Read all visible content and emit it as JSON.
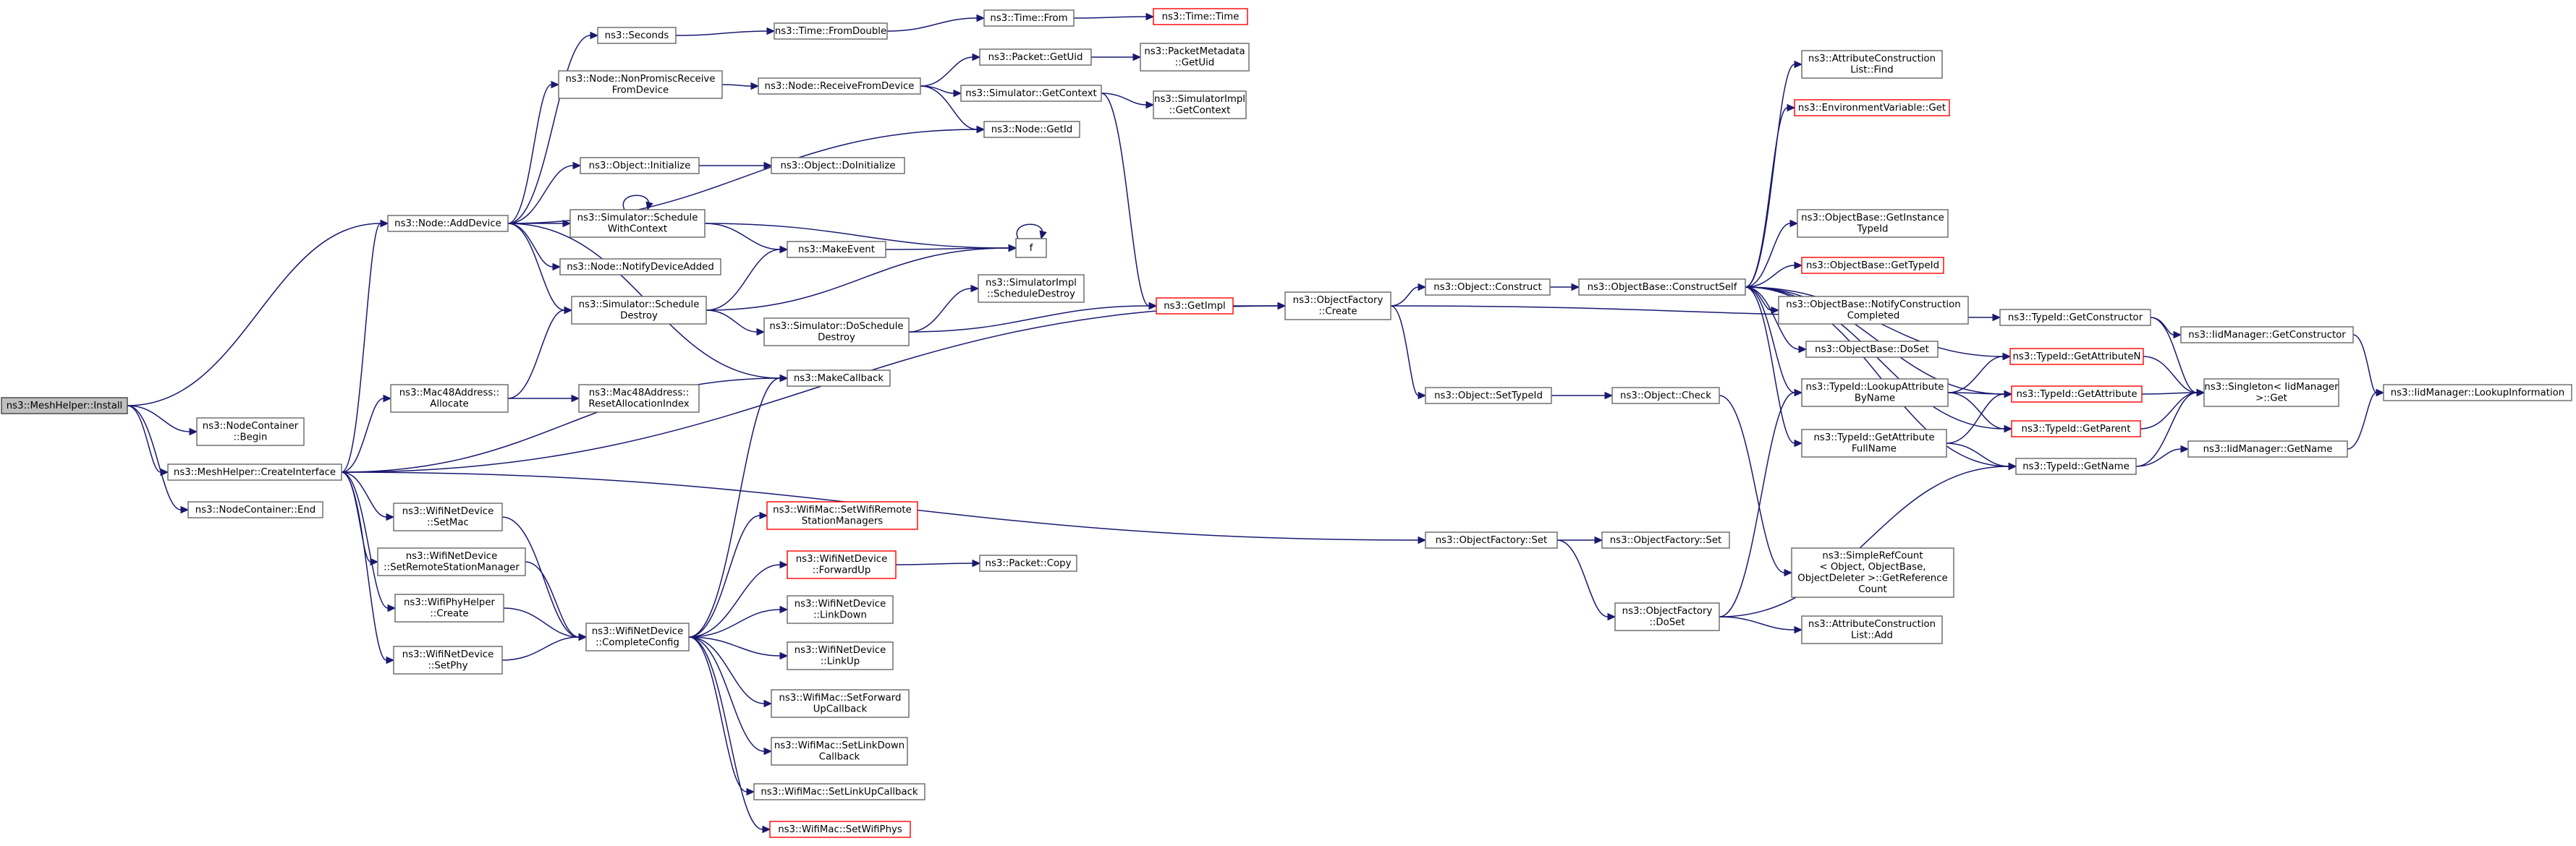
{
  "colors": {
    "edge": "#191970",
    "node_border": "#666666",
    "root_fill": "#bfbfbf",
    "truncated_border": "#ff0000"
  },
  "nodes": [
    {
      "id": "install",
      "lines": [
        "ns3::MeshHelper::Install"
      ],
      "style": "root"
    },
    {
      "id": "nc_begin",
      "lines": [
        "ns3::NodeContainer",
        "::Begin"
      ]
    },
    {
      "id": "createif",
      "lines": [
        "ns3::MeshHelper::CreateInterface"
      ]
    },
    {
      "id": "nc_end",
      "lines": [
        "ns3::NodeContainer::End"
      ]
    },
    {
      "id": "node_adddevice",
      "lines": [
        "ns3::Node::AddDevice"
      ]
    },
    {
      "id": "seconds",
      "lines": [
        "ns3::Seconds"
      ]
    },
    {
      "id": "time_fromdouble",
      "lines": [
        "ns3::Time::FromDouble"
      ]
    },
    {
      "id": "time_from",
      "lines": [
        "ns3::Time::From"
      ]
    },
    {
      "id": "time_time",
      "lines": [
        "ns3::Time::Time"
      ],
      "style": "trunc"
    },
    {
      "id": "nonpromisc",
      "lines": [
        "ns3::Node::NonPromiscReceive",
        "FromDevice"
      ]
    },
    {
      "id": "recvfromdev",
      "lines": [
        "ns3::Node::ReceiveFromDevice"
      ]
    },
    {
      "id": "packet_getuid",
      "lines": [
        "ns3::Packet::GetUid"
      ]
    },
    {
      "id": "pktmeta_getuid",
      "lines": [
        "ns3::PacketMetadata",
        "::GetUid"
      ]
    },
    {
      "id": "sim_getcontext",
      "lines": [
        "ns3::Simulator::GetContext"
      ]
    },
    {
      "id": "simimpl_getcontext",
      "lines": [
        "ns3::SimulatorImpl",
        "::GetContext"
      ]
    },
    {
      "id": "node_getid",
      "lines": [
        "ns3::Node::GetId"
      ]
    },
    {
      "id": "obj_initialize",
      "lines": [
        "ns3::Object::Initialize"
      ]
    },
    {
      "id": "obj_doinitialize",
      "lines": [
        "ns3::Object::DoInitialize"
      ]
    },
    {
      "id": "sim_schedwithctx",
      "lines": [
        "ns3::Simulator::Schedule",
        "WithContext"
      ]
    },
    {
      "id": "f",
      "lines": [
        "f"
      ]
    },
    {
      "id": "makeevent",
      "lines": [
        "ns3::MakeEvent"
      ]
    },
    {
      "id": "node_notifydev",
      "lines": [
        "ns3::Node::NotifyDeviceAdded"
      ]
    },
    {
      "id": "sim_scheddestroy",
      "lines": [
        "ns3::Simulator::Schedule",
        "Destroy"
      ]
    },
    {
      "id": "simimpl_scheddestroy",
      "lines": [
        "ns3::SimulatorImpl",
        "::ScheduleDestroy"
      ]
    },
    {
      "id": "sim_doscheddestroy",
      "lines": [
        "ns3::Simulator::DoSchedule",
        "Destroy"
      ]
    },
    {
      "id": "getimpl",
      "lines": [
        "ns3::GetImpl"
      ],
      "style": "trunc"
    },
    {
      "id": "mac48_allocate",
      "lines": [
        "ns3::Mac48Address::",
        "Allocate"
      ]
    },
    {
      "id": "mac48_reset",
      "lines": [
        "ns3::Mac48Address::",
        "ResetAllocationIndex"
      ]
    },
    {
      "id": "makecallback",
      "lines": [
        "ns3::MakeCallback"
      ]
    },
    {
      "id": "objfactory_create",
      "lines": [
        "ns3::ObjectFactory",
        "::Create"
      ]
    },
    {
      "id": "object_construct",
      "lines": [
        "ns3::Object::Construct"
      ]
    },
    {
      "id": "objbase_constructself",
      "lines": [
        "ns3::ObjectBase::ConstructSelf"
      ]
    },
    {
      "id": "attrconst_find",
      "lines": [
        "ns3::AttributeConstruction",
        "List::Find"
      ]
    },
    {
      "id": "envvar_get",
      "lines": [
        "ns3::EnvironmentVariable::Get"
      ],
      "style": "trunc"
    },
    {
      "id": "objbase_getinst",
      "lines": [
        "ns3::ObjectBase::GetInstance",
        "TypeId"
      ]
    },
    {
      "id": "objbase_gettypeid",
      "lines": [
        "ns3::ObjectBase::GetTypeId"
      ],
      "style": "trunc"
    },
    {
      "id": "objbase_notify",
      "lines": [
        "ns3::ObjectBase::NotifyConstruction",
        "Completed"
      ]
    },
    {
      "id": "objbase_doset",
      "lines": [
        "ns3::ObjectBase::DoSet"
      ]
    },
    {
      "id": "typeid_getconstructor",
      "lines": [
        "ns3::TypeId::GetConstructor"
      ]
    },
    {
      "id": "iidmgr_getconstructor",
      "lines": [
        "ns3::IidManager::GetConstructor"
      ]
    },
    {
      "id": "typeid_getattrn",
      "lines": [
        "ns3::TypeId::GetAttributeN"
      ],
      "style": "trunc"
    },
    {
      "id": "typeid_getattribute",
      "lines": [
        "ns3::TypeId::GetAttribute"
      ],
      "style": "trunc"
    },
    {
      "id": "singleton_get",
      "lines": [
        "ns3::Singleton< IidManager",
        ">::Get"
      ]
    },
    {
      "id": "iidmgr_lookupinfo",
      "lines": [
        "ns3::IidManager::LookupInformation"
      ]
    },
    {
      "id": "typeid_lookupattr",
      "lines": [
        "ns3::TypeId::LookupAttribute",
        "ByName"
      ]
    },
    {
      "id": "typeid_getattrfull",
      "lines": [
        "ns3::TypeId::GetAttribute",
        "FullName"
      ]
    },
    {
      "id": "typeid_getparent",
      "lines": [
        "ns3::TypeId::GetParent"
      ],
      "style": "trunc"
    },
    {
      "id": "typeid_getname",
      "lines": [
        "ns3::TypeId::GetName"
      ]
    },
    {
      "id": "iidmgr_getname",
      "lines": [
        "ns3::IidManager::GetName"
      ]
    },
    {
      "id": "object_settypeid",
      "lines": [
        "ns3::Object::SetTypeId"
      ]
    },
    {
      "id": "object_check",
      "lines": [
        "ns3::Object::Check"
      ]
    },
    {
      "id": "simplerefcount",
      "lines": [
        "ns3::SimpleRefCount",
        "< Object, ObjectBase,",
        "ObjectDeleter >::GetReference",
        "Count"
      ]
    },
    {
      "id": "objfactory_set",
      "lines": [
        "ns3::ObjectFactory::Set"
      ]
    },
    {
      "id": "objfactory_set2",
      "lines": [
        "ns3::ObjectFactory::Set"
      ]
    },
    {
      "id": "objfactory_doset",
      "lines": [
        "ns3::ObjectFactory",
        "::DoSet"
      ]
    },
    {
      "id": "attrconst_add",
      "lines": [
        "ns3::AttributeConstruction",
        "List::Add"
      ]
    },
    {
      "id": "wnd_setmac",
      "lines": [
        "ns3::WifiNetDevice",
        "::SetMac"
      ]
    },
    {
      "id": "wnd_setrsm",
      "lines": [
        "ns3::WifiNetDevice",
        "::SetRemoteStationManager"
      ]
    },
    {
      "id": "wifiphy_create",
      "lines": [
        "ns3::WifiPhyHelper",
        "::Create"
      ]
    },
    {
      "id": "wnd_setphy",
      "lines": [
        "ns3::WifiNetDevice",
        "::SetPhy"
      ]
    },
    {
      "id": "wnd_completeconfig",
      "lines": [
        "ns3::WifiNetDevice",
        "::CompleteConfig"
      ]
    },
    {
      "id": "wifimac_setrsm",
      "lines": [
        "ns3::WifiMac::SetWifiRemote",
        "StationManagers"
      ],
      "style": "trunc"
    },
    {
      "id": "wnd_forwardup",
      "lines": [
        "ns3::WifiNetDevice",
        "::ForwardUp"
      ],
      "style": "trunc"
    },
    {
      "id": "packet_copy",
      "lines": [
        "ns3::Packet::Copy"
      ]
    },
    {
      "id": "wnd_linkdown",
      "lines": [
        "ns3::WifiNetDevice",
        "::LinkDown"
      ]
    },
    {
      "id": "wnd_linkup",
      "lines": [
        "ns3::WifiNetDevice",
        "::LinkUp"
      ]
    },
    {
      "id": "wifimac_setfwdup",
      "lines": [
        "ns3::WifiMac::SetForward",
        "UpCallback"
      ]
    },
    {
      "id": "wifimac_setlinkdown",
      "lines": [
        "ns3::WifiMac::SetLinkDown",
        "Callback"
      ]
    },
    {
      "id": "wifimac_setlinkup",
      "lines": [
        "ns3::WifiMac::SetLinkUpCallback"
      ]
    },
    {
      "id": "wifimac_setphys",
      "lines": [
        "ns3::WifiMac::SetWifiPhys"
      ],
      "style": "trunc"
    }
  ],
  "edges": [
    [
      "install",
      "nc_begin"
    ],
    [
      "install",
      "createif"
    ],
    [
      "install",
      "nc_end"
    ],
    [
      "install",
      "node_adddevice"
    ],
    [
      "createif",
      "node_adddevice"
    ],
    [
      "createif",
      "mac48_allocate"
    ],
    [
      "createif",
      "makecallback"
    ],
    [
      "createif",
      "objfactory_create"
    ],
    [
      "createif",
      "objfactory_set"
    ],
    [
      "createif",
      "wnd_setmac"
    ],
    [
      "createif",
      "wnd_setrsm"
    ],
    [
      "createif",
      "wifiphy_create"
    ],
    [
      "createif",
      "wnd_setphy"
    ],
    [
      "node_adddevice",
      "seconds"
    ],
    [
      "node_adddevice",
      "nonpromisc"
    ],
    [
      "node_adddevice",
      "node_getid"
    ],
    [
      "node_adddevice",
      "obj_initialize"
    ],
    [
      "node_adddevice",
      "sim_schedwithctx"
    ],
    [
      "node_adddevice",
      "node_notifydev"
    ],
    [
      "node_adddevice",
      "sim_scheddestroy"
    ],
    [
      "node_adddevice",
      "makecallback"
    ],
    [
      "seconds",
      "time_fromdouble"
    ],
    [
      "time_fromdouble",
      "time_from"
    ],
    [
      "time_from",
      "time_time"
    ],
    [
      "nonpromisc",
      "recvfromdev"
    ],
    [
      "recvfromdev",
      "packet_getuid"
    ],
    [
      "recvfromdev",
      "sim_getcontext"
    ],
    [
      "recvfromdev",
      "node_getid"
    ],
    [
      "packet_getuid",
      "pktmeta_getuid"
    ],
    [
      "sim_getcontext",
      "simimpl_getcontext"
    ],
    [
      "sim_getcontext",
      "getimpl"
    ],
    [
      "obj_initialize",
      "obj_doinitialize"
    ],
    [
      "sim_schedwithctx",
      "sim_schedwithctx"
    ],
    [
      "sim_schedwithctx",
      "f"
    ],
    [
      "sim_schedwithctx",
      "makeevent"
    ],
    [
      "makeevent",
      "f"
    ],
    [
      "f",
      "f"
    ],
    [
      "sim_scheddestroy",
      "makeevent"
    ],
    [
      "sim_scheddestroy",
      "f"
    ],
    [
      "sim_scheddestroy",
      "sim_doscheddestroy"
    ],
    [
      "sim_doscheddestroy",
      "simimpl_scheddestroy"
    ],
    [
      "sim_doscheddestroy",
      "getimpl"
    ],
    [
      "getimpl",
      "objfactory_create"
    ],
    [
      "mac48_allocate",
      "sim_scheddestroy"
    ],
    [
      "mac48_allocate",
      "mac48_reset"
    ],
    [
      "objfactory_create",
      "typeid_getconstructor"
    ],
    [
      "objfactory_create",
      "object_construct"
    ],
    [
      "objfactory_create",
      "object_settypeid"
    ],
    [
      "object_construct",
      "objbase_constructself"
    ],
    [
      "objbase_constructself",
      "attrconst_find"
    ],
    [
      "objbase_constructself",
      "envvar_get"
    ],
    [
      "objbase_constructself",
      "objbase_getinst"
    ],
    [
      "objbase_constructself",
      "objbase_gettypeid"
    ],
    [
      "objbase_constructself",
      "objbase_notify"
    ],
    [
      "objbase_constructself",
      "objbase_doset"
    ],
    [
      "objbase_constructself",
      "typeid_getattrn"
    ],
    [
      "objbase_constructself",
      "typeid_getattribute"
    ],
    [
      "objbase_constructself",
      "typeid_lookupattr"
    ],
    [
      "objbase_constructself",
      "typeid_getattrfull"
    ],
    [
      "objbase_constructself",
      "typeid_getparent"
    ],
    [
      "objbase_constructself",
      "typeid_getname"
    ],
    [
      "typeid_getconstructor",
      "iidmgr_getconstructor"
    ],
    [
      "typeid_getconstructor",
      "singleton_get"
    ],
    [
      "iidmgr_getconstructor",
      "iidmgr_lookupinfo"
    ],
    [
      "typeid_getattrn",
      "singleton_get"
    ],
    [
      "typeid_getattribute",
      "singleton_get"
    ],
    [
      "typeid_getparent",
      "singleton_get"
    ],
    [
      "typeid_getname",
      "iidmgr_getname"
    ],
    [
      "typeid_getname",
      "singleton_get"
    ],
    [
      "iidmgr_getname",
      "iidmgr_lookupinfo"
    ],
    [
      "typeid_lookupattr",
      "typeid_getattrn"
    ],
    [
      "typeid_lookupattr",
      "typeid_getattribute"
    ],
    [
      "typeid_lookupattr",
      "typeid_getparent"
    ],
    [
      "typeid_getattrfull",
      "typeid_getattribute"
    ],
    [
      "typeid_getattrfull",
      "typeid_getname"
    ],
    [
      "object_settypeid",
      "object_check"
    ],
    [
      "object_check",
      "simplerefcount"
    ],
    [
      "objfactory_set",
      "objfactory_set2"
    ],
    [
      "objfactory_set",
      "objfactory_doset"
    ],
    [
      "objfactory_doset",
      "typeid_lookupattr"
    ],
    [
      "objfactory_doset",
      "attrconst_add"
    ],
    [
      "objfactory_doset",
      "typeid_getname"
    ],
    [
      "wnd_setmac",
      "wnd_completeconfig"
    ],
    [
      "wnd_setrsm",
      "wnd_completeconfig"
    ],
    [
      "wifiphy_create",
      "wnd_completeconfig"
    ],
    [
      "wnd_setphy",
      "wnd_completeconfig"
    ],
    [
      "wnd_completeconfig",
      "makecallback"
    ],
    [
      "wnd_completeconfig",
      "wifimac_setrsm"
    ],
    [
      "wnd_completeconfig",
      "wnd_forwardup"
    ],
    [
      "wnd_completeconfig",
      "wnd_linkdown"
    ],
    [
      "wnd_completeconfig",
      "wnd_linkup"
    ],
    [
      "wnd_completeconfig",
      "wifimac_setfwdup"
    ],
    [
      "wnd_completeconfig",
      "wifimac_setlinkdown"
    ],
    [
      "wnd_completeconfig",
      "wifimac_setlinkup"
    ],
    [
      "wnd_completeconfig",
      "wifimac_setphys"
    ],
    [
      "wnd_forwardup",
      "packet_copy"
    ]
  ]
}
